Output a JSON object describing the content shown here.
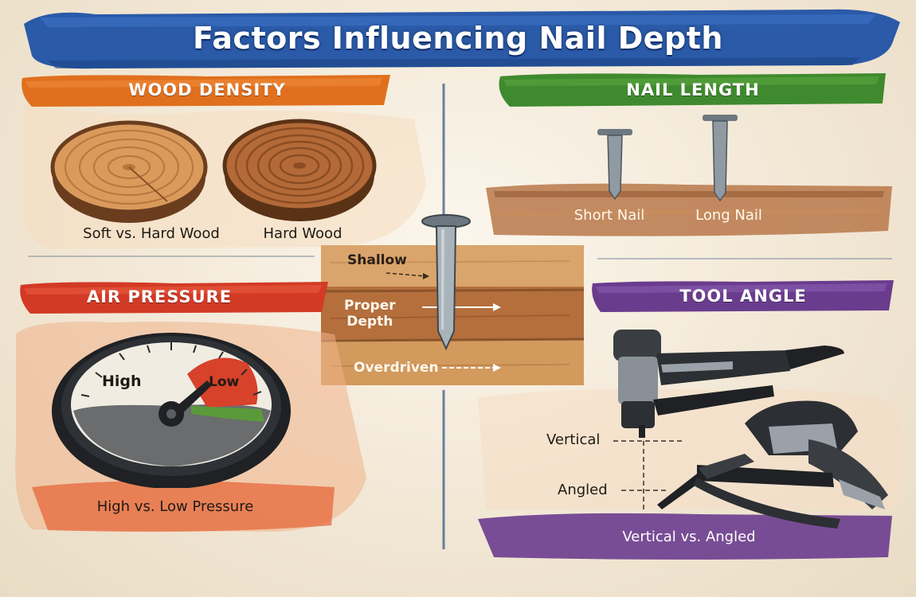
{
  "title": "Factors Influencing Nail Depth",
  "colors": {
    "title_banner": "#2a5aa8",
    "wood_density": "#e0701e",
    "nail_length": "#3f8a2e",
    "air_pressure": "#d33a25",
    "tool_angle": "#6a3c8e",
    "gauge_red": "#d8412a",
    "gauge_green": "#5a9a3a"
  },
  "sections": {
    "wood_density": {
      "heading": "WOOD DENSITY",
      "label_soft": "Soft vs. Hard Wood",
      "label_hard": "Hard Wood"
    },
    "nail_length": {
      "heading": "NAIL LENGTH",
      "label_short": "Short Nail",
      "label_long": "Long Nail"
    },
    "air_pressure": {
      "heading": "AIR PRESSURE",
      "gauge_high": "High",
      "gauge_low": "Low",
      "caption": "High vs. Low Pressure"
    },
    "tool_angle": {
      "heading": "TOOL ANGLE",
      "label_vertical": "Vertical",
      "label_angled": "Angled",
      "caption": "Vertical vs. Angled"
    },
    "center": {
      "shallow": "Shallow",
      "proper_line1": "Proper",
      "proper_line2": "Depth",
      "overdriven": "Overdriven"
    }
  }
}
